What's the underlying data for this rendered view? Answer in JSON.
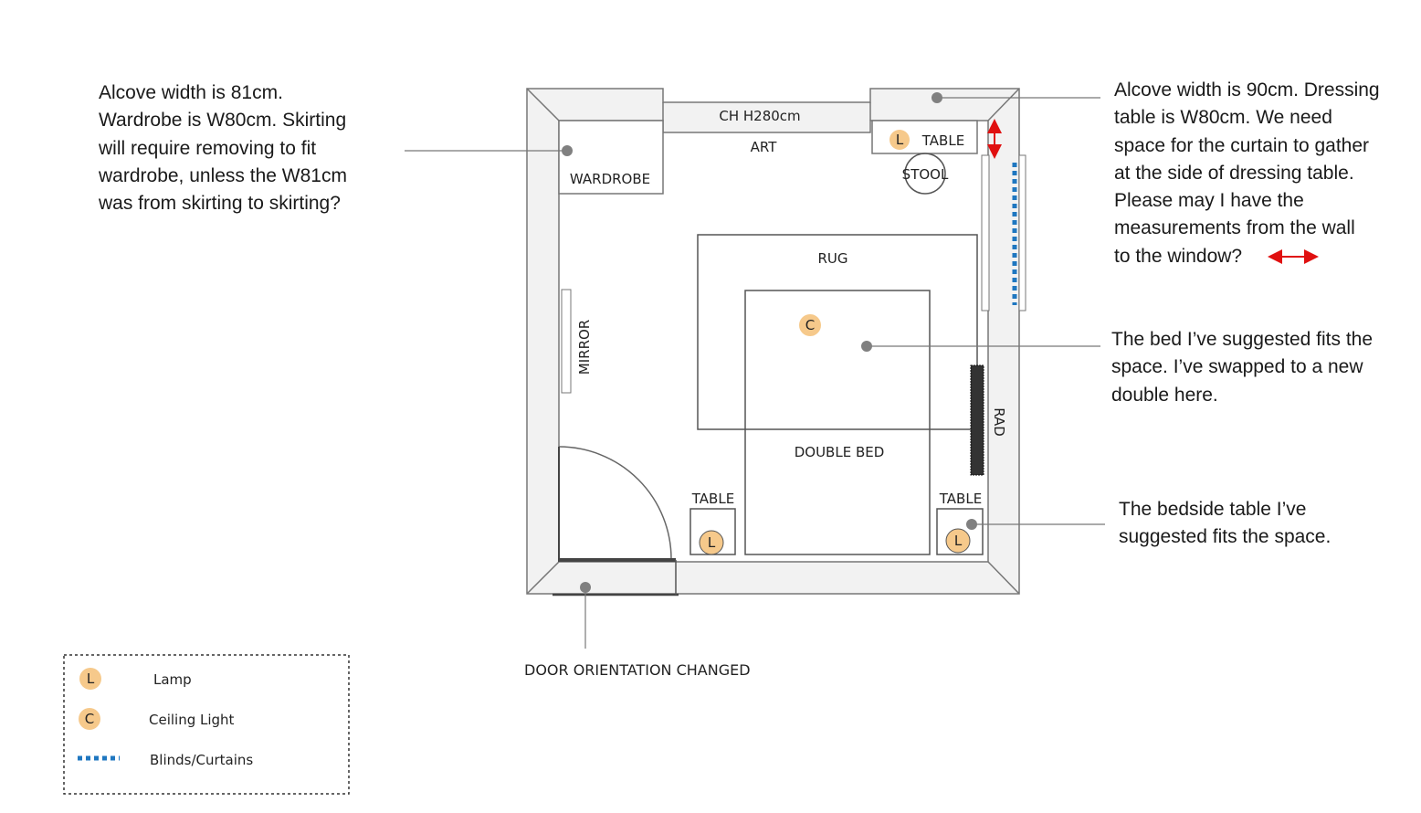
{
  "notes": {
    "wardrobe": [
      "Alcove width is 81cm.",
      "Wardrobe is W80cm. Skirting",
      "will require removing to fit",
      "wardrobe, unless the W81cm",
      "was from skirting to skirting?"
    ],
    "dressing": [
      "Alcove width is 90cm. Dressing",
      "table is W80cm. We need",
      "space for the curtain to gather",
      "at the side of dressing table.",
      "Please may I have the",
      "measurements from the wall",
      "to the window?"
    ],
    "bed": [
      "The bed I’ve suggested fits the",
      "space. I’ve swapped to a new",
      "double here."
    ],
    "bedside": [
      "The bedside table I’ve",
      "suggested fits the space."
    ],
    "door": "DOOR ORIENTATION CHANGED"
  },
  "plan": {
    "ch": "CH H280cm",
    "art": "ART",
    "wardrobe": "WARDROBE",
    "table": "TABLE",
    "stool": "STOOL",
    "rug": "RUG",
    "mirror": "MIRROR",
    "bed": "DOUBLE  BED",
    "rad": "RAD",
    "lamp_letter": "L",
    "ceiling_letter": "C"
  },
  "legend": {
    "items": [
      {
        "symbol": "L",
        "label": "Lamp"
      },
      {
        "symbol": "C",
        "label": "Ceiling Light"
      },
      {
        "symbol": "",
        "label": "Blinds/Curtains"
      }
    ]
  },
  "colors": {
    "light": "#f6c98b",
    "blind": "#1f77c0",
    "arrow": "#e01010",
    "wall": "#f2f2f2",
    "dot": "#808080"
  }
}
